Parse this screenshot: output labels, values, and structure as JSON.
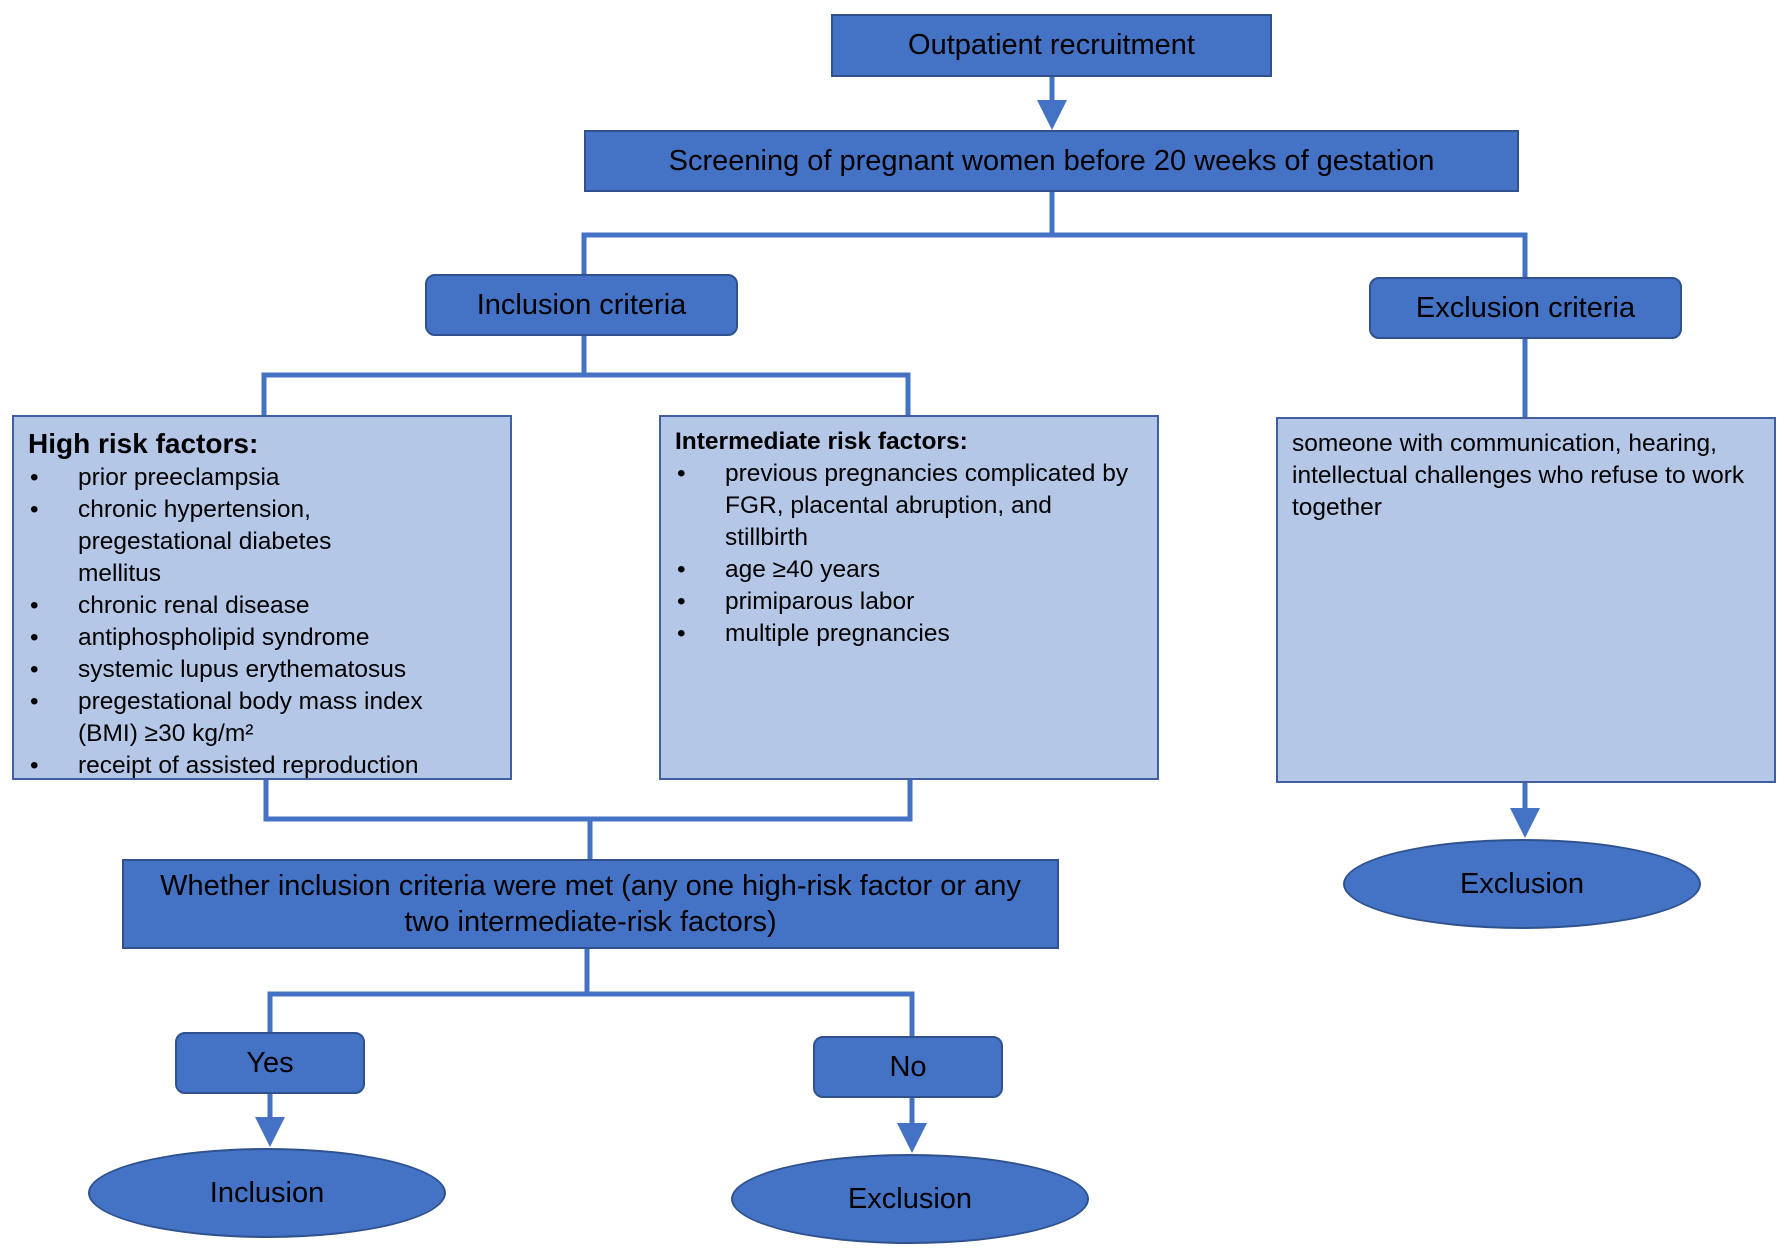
{
  "flow": {
    "start": "Outpatient recruitment",
    "screening": "Screening of pregnant women before 20 weeks of gestation",
    "inclusion_criteria": "Inclusion criteria",
    "exclusion_criteria": "Exclusion criteria",
    "high_risk": {
      "title": "High risk factors:",
      "items": [
        "prior preeclampsia",
        "chronic hypertension, pregestational diabetes mellitus",
        "chronic renal disease",
        "antiphospholipid syndrome",
        "systemic lupus erythematosus",
        "pregestational body mass index (BMI) ≥30 kg/m²",
        "receipt of assisted reproduction"
      ]
    },
    "intermediate_risk": {
      "title": "Intermediate risk factors:",
      "items": [
        "previous pregnancies complicated by FGR, placental abruption, and stillbirth",
        "age ≥40 years",
        "primiparous labor",
        "multiple pregnancies"
      ]
    },
    "exclusion_detail": "someone with communication, hearing, intellectual challenges who refuse to work together",
    "decision": "Whether inclusion criteria were met (any one high-risk factor or any two intermediate-risk factors)",
    "yes": "Yes",
    "no": "No",
    "inclusion_outcome": "Inclusion",
    "exclusion_outcome_no": "Exclusion",
    "exclusion_outcome_criteria": "Exclusion"
  },
  "colors": {
    "box_fill": "#4472c4",
    "box_border": "#2f528f",
    "panel_fill": "#b4c7e7",
    "connector": "#4472c4"
  }
}
